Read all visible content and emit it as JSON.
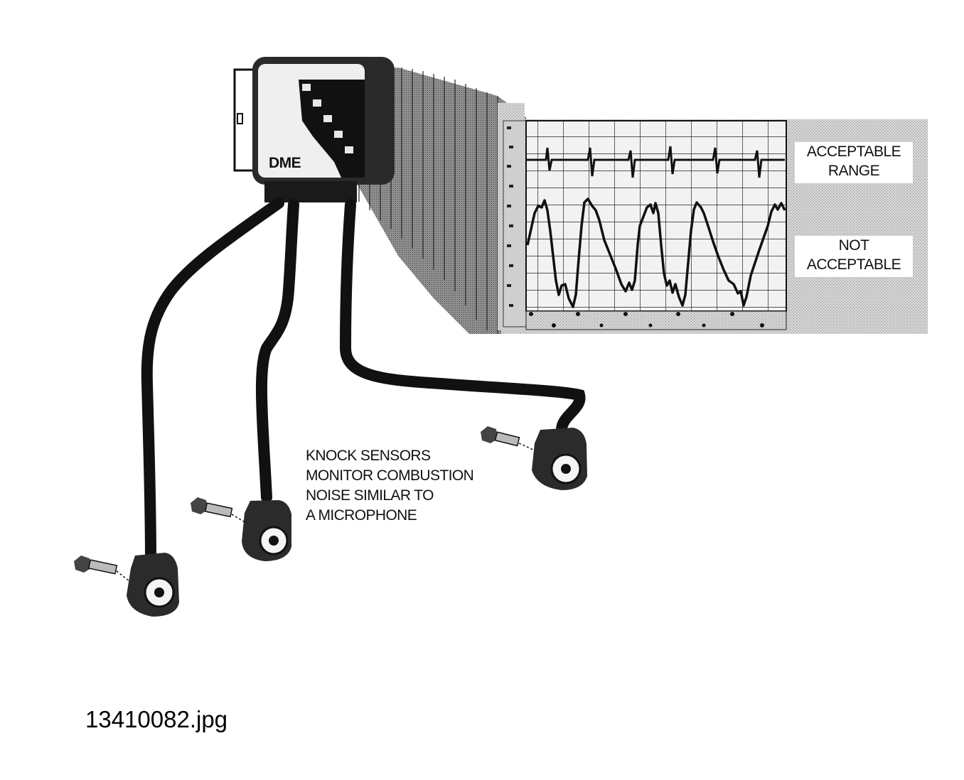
{
  "module": {
    "label": "DME"
  },
  "scope": {
    "acceptable_label": "ACCEPTABLE\nRANGE",
    "not_acceptable_label": "NOT\nACCEPTABLE"
  },
  "caption": "KNOCK SENSORS\nMONITOR COMBUSTION\nNOISE SIMILAR TO\nA MICROPHONE",
  "file_name": "13410082.jpg",
  "icons": [
    "dme-module-icon",
    "oscilloscope-screen-icon",
    "knock-sensor-icon",
    "bolt-icon"
  ]
}
